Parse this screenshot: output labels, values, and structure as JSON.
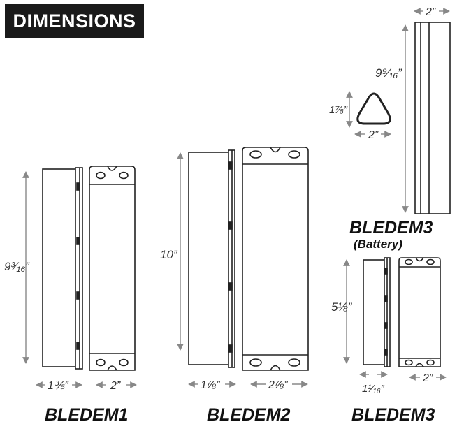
{
  "header": {
    "title": "DIMENSIONS"
  },
  "products": {
    "bledem1": {
      "label": "BLEDEM1",
      "height": "9³⁄₁₆”",
      "depth": "1⅗”",
      "width": "2”"
    },
    "bledem2": {
      "label": "BLEDEM2",
      "height": "10”",
      "depth": "1⅞”",
      "width": "2⅞”"
    },
    "bledem3": {
      "label": "BLEDEM3",
      "height": "5⅛”",
      "depth": "1¹⁄₁₆”",
      "width": "2”"
    },
    "battery": {
      "label": "BLEDEM3",
      "sublabel": "(Battery)",
      "height": "9⁹⁄₁₆”",
      "width": "2”",
      "triangle_height": "1⅞”",
      "triangle_width": "2”"
    }
  },
  "colors": {
    "line": "#222222",
    "arrow": "#888888",
    "title_bg": "#1a1a1a"
  }
}
